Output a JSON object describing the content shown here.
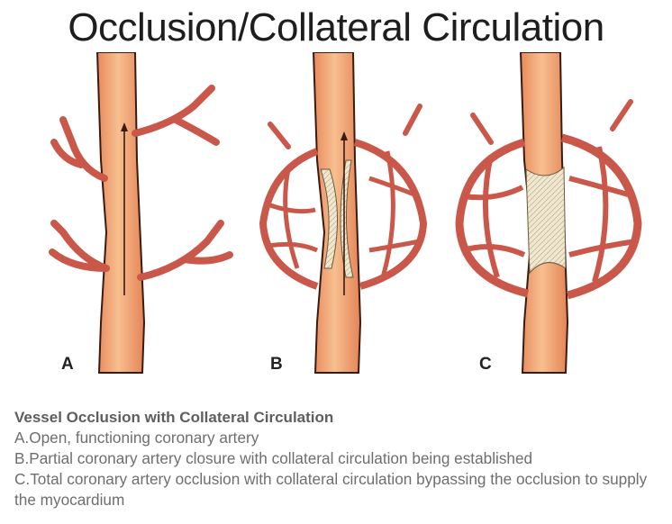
{
  "title": "Occlusion/Collateral Circulation",
  "panels": [
    {
      "label": "A"
    },
    {
      "label": "B"
    },
    {
      "label": "C"
    }
  ],
  "caption": {
    "heading": "Vessel Occlusion with Collateral Circulation",
    "items": [
      "A.Open, functioning coronary artery",
      "B.Partial coronary artery closure with collateral circulation being established",
      "C.Total coronary artery occlusion with collateral circulation bypassing the occlusion to supply the myocardium"
    ]
  },
  "colors": {
    "vessel_fill": "#f2aa78",
    "vessel_outline": "#3a1a12",
    "collateral": "#d96a55",
    "plaque": "#ece3c8"
  }
}
